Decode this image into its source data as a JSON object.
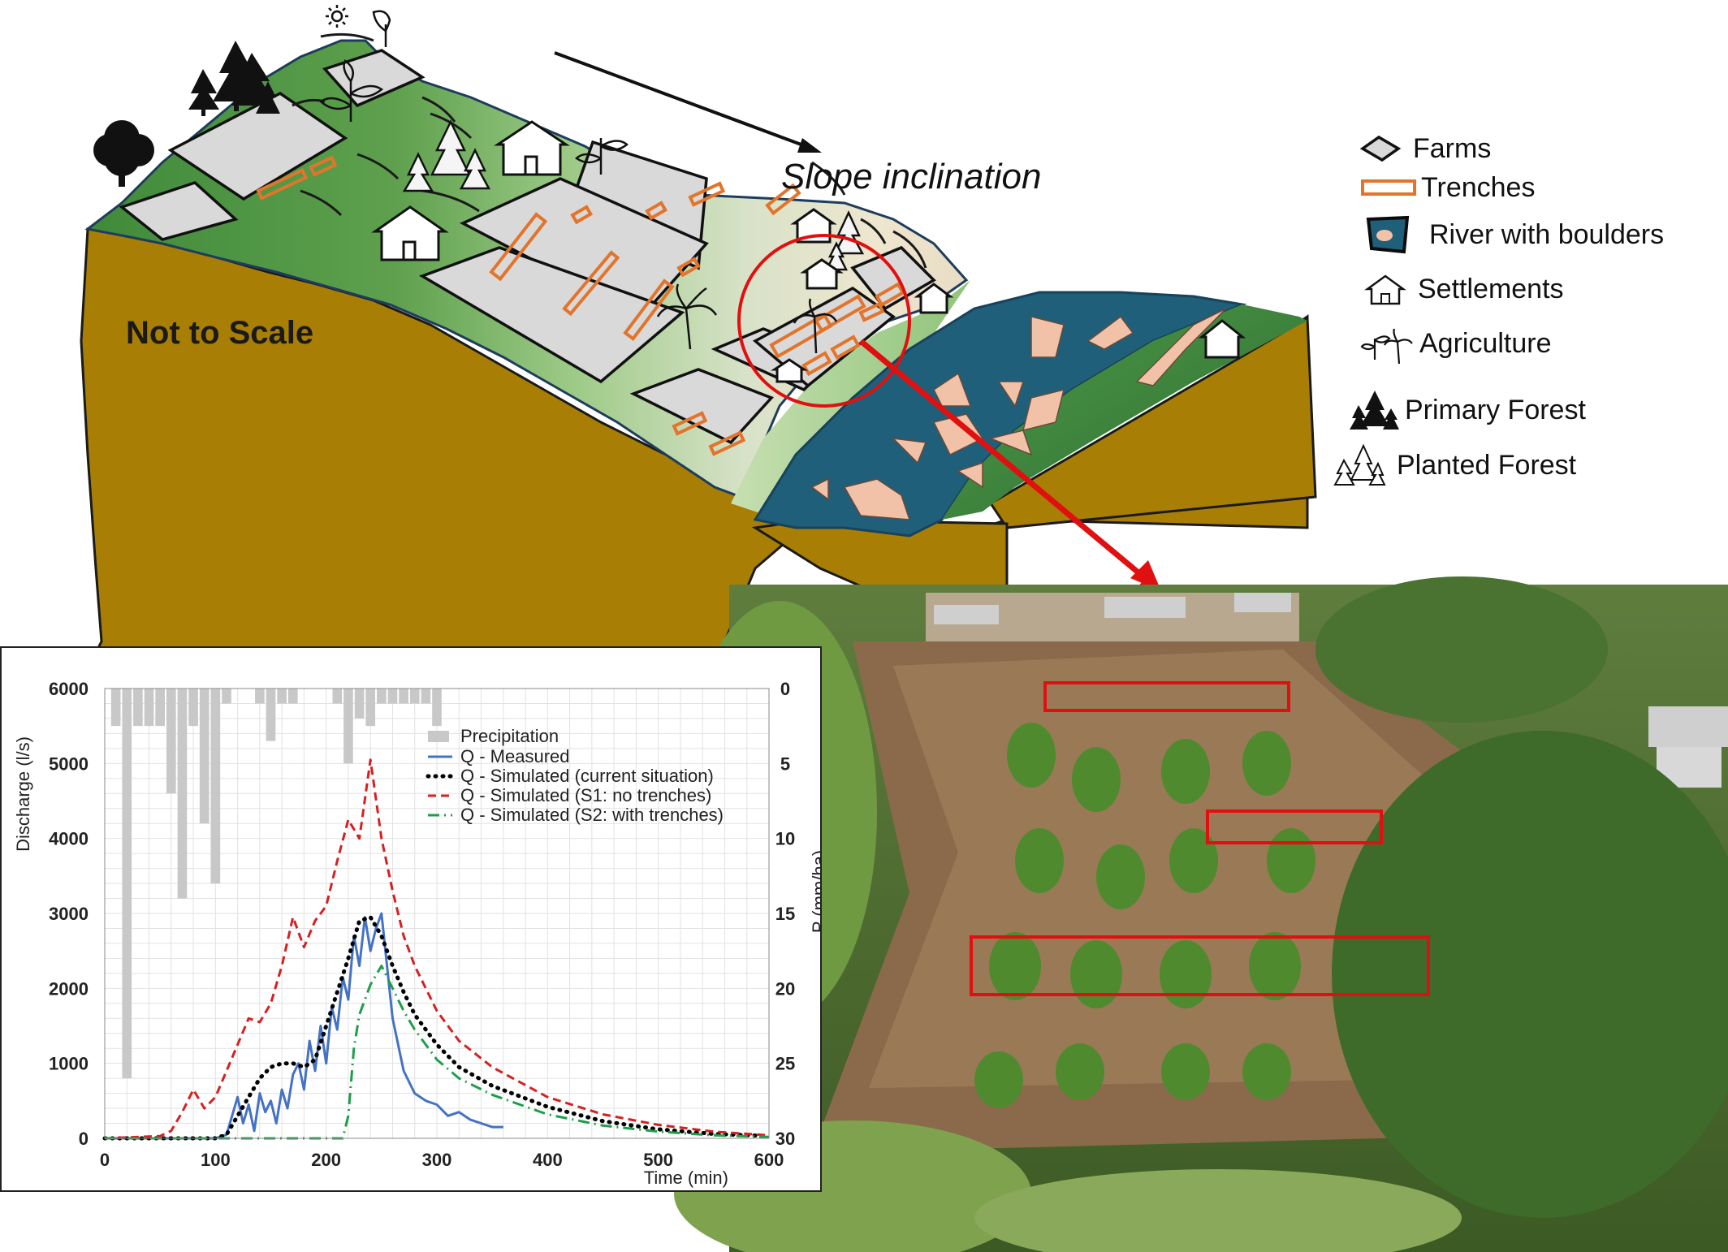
{
  "diagram": {
    "slope_label": "Slope inclination",
    "scale_note": "Not to Scale"
  },
  "legend": {
    "items": [
      {
        "label": "Farms",
        "icon": "farm-parallelogram-icon"
      },
      {
        "label": "Trenches",
        "icon": "trench-rectangle-icon"
      },
      {
        "label": "River with boulders",
        "icon": "river-boulder-icon"
      },
      {
        "label": "Settlements",
        "icon": "house-icon"
      },
      {
        "label": "Agriculture",
        "icon": "plant-icon"
      },
      {
        "label": "Primary Forest",
        "icon": "dense-tree-icon"
      },
      {
        "label": "Planted Forest",
        "icon": "outline-tree-icon"
      }
    ]
  },
  "colors": {
    "soil": "#a87e05",
    "vegetation": "#6fad5a",
    "farm": "#d9d9d9",
    "trench": "#e2742b",
    "river": "#1f5f7a",
    "boulder": "#f2c2a8",
    "highlight": "#e01010",
    "measured": "#4472c4",
    "simulated_current": "#000000",
    "simulated_s1": "#d62020",
    "simulated_s2": "#1e9e4a",
    "precip": "#c8c8c8"
  },
  "chart_data": {
    "type": "line",
    "xlabel": "Time (min)",
    "ylabel": "Discharge  (l/s)",
    "y2label": "P  (mm/ha)",
    "xlim": [
      0,
      600
    ],
    "ylim": [
      0,
      6000
    ],
    "y2lim": [
      0,
      30
    ],
    "y2_inverted": true,
    "xticks": [
      "0",
      "100",
      "200",
      "300",
      "400",
      "500",
      "600"
    ],
    "yticks": [
      "0",
      "1000",
      "2000",
      "3000",
      "4000",
      "5000",
      "6000"
    ],
    "y2ticks": [
      "0",
      "5",
      "10",
      "15",
      "20",
      "25",
      "30"
    ],
    "grid": true,
    "legend_position": "center-right",
    "precipitation": {
      "name": "Precipitation",
      "time": [
        10,
        20,
        30,
        40,
        50,
        60,
        70,
        80,
        90,
        100,
        110,
        140,
        150,
        160,
        170,
        210,
        220,
        230,
        240,
        250,
        260,
        270,
        280,
        290,
        300
      ],
      "values": [
        2.5,
        26,
        2.5,
        2.5,
        2.5,
        7,
        14,
        2.5,
        9,
        13,
        1,
        1,
        3.5,
        1,
        1,
        1,
        5,
        2,
        2.5,
        1,
        1,
        1,
        1,
        1,
        2.5
      ]
    },
    "series": [
      {
        "name": "Q - Measured",
        "style": "solid",
        "color": "#4472c4",
        "x": [
          0,
          100,
          110,
          115,
          120,
          125,
          130,
          135,
          140,
          145,
          150,
          155,
          160,
          165,
          170,
          175,
          180,
          185,
          190,
          195,
          200,
          205,
          210,
          215,
          220,
          225,
          230,
          235,
          240,
          245,
          250,
          255,
          260,
          270,
          280,
          290,
          300,
          310,
          320,
          330,
          340,
          350,
          360
        ],
        "y": [
          0,
          0,
          50,
          300,
          550,
          200,
          450,
          100,
          600,
          350,
          500,
          200,
          650,
          400,
          850,
          1000,
          650,
          1300,
          900,
          1500,
          1000,
          1750,
          1450,
          2150,
          1850,
          2700,
          2300,
          2950,
          2500,
          2800,
          3000,
          2300,
          1600,
          900,
          600,
          500,
          450,
          300,
          350,
          250,
          200,
          150,
          150
        ]
      },
      {
        "name": "Q - Simulated (current situation)",
        "style": "dotted",
        "color": "#000000",
        "x": [
          0,
          100,
          110,
          120,
          130,
          140,
          150,
          160,
          170,
          180,
          190,
          200,
          210,
          220,
          230,
          240,
          250,
          260,
          270,
          280,
          300,
          320,
          350,
          400,
          450,
          500,
          550,
          600
        ],
        "y": [
          0,
          0,
          50,
          300,
          550,
          800,
          950,
          1000,
          1000,
          950,
          1050,
          1500,
          1950,
          2400,
          2900,
          2950,
          2700,
          2300,
          1950,
          1650,
          1250,
          950,
          700,
          420,
          230,
          120,
          60,
          30
        ]
      },
      {
        "name": "Q - Simulated (S1: no trenches)",
        "style": "dashed",
        "color": "#d62020",
        "x": [
          0,
          50,
          60,
          70,
          80,
          90,
          100,
          110,
          120,
          130,
          140,
          150,
          160,
          170,
          180,
          190,
          200,
          210,
          220,
          230,
          240,
          250,
          260,
          270,
          280,
          300,
          320,
          350,
          400,
          450,
          500,
          550,
          600
        ],
        "y": [
          0,
          30,
          100,
          350,
          650,
          400,
          550,
          900,
          1250,
          1600,
          1550,
          1800,
          2300,
          2950,
          2550,
          2900,
          3100,
          3700,
          4250,
          4000,
          5050,
          4000,
          3300,
          2700,
          2300,
          1700,
          1300,
          950,
          550,
          320,
          180,
          90,
          40
        ]
      },
      {
        "name": "Q - Simulated (S2: with trenches)",
        "style": "dashdot",
        "color": "#1e9e4a",
        "x": [
          0,
          210,
          215,
          220,
          225,
          230,
          240,
          250,
          260,
          270,
          280,
          300,
          320,
          350,
          400,
          450,
          500,
          550,
          600
        ],
        "y": [
          0,
          0,
          0,
          300,
          1200,
          1650,
          2050,
          2300,
          2000,
          1700,
          1450,
          1050,
          800,
          580,
          320,
          170,
          90,
          40,
          20
        ]
      }
    ]
  }
}
